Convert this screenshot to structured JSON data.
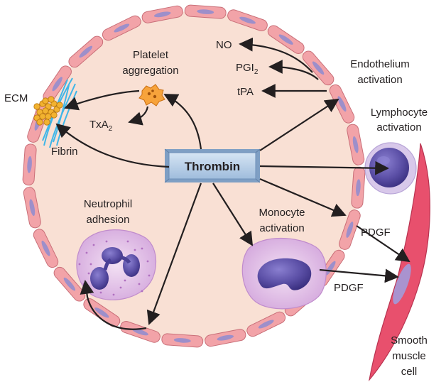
{
  "diagram": {
    "center": "Thrombin",
    "labels": {
      "ecm": "ECM",
      "fibrin": "Fibrin",
      "platelet1": "Platelet",
      "platelet2": "aggregation",
      "txa": "TxA",
      "txa_sub": "2",
      "no": "NO",
      "pgi": "PGI",
      "pgi_sub": "2",
      "tpa": "tPA",
      "endo1": "Endothelium",
      "endo2": "activation",
      "lymph1": "Lymphocyte",
      "lymph2": "activation",
      "neut1": "Neutrophil",
      "neut2": "adhesion",
      "mono1": "Monocyte",
      "mono2": "activation",
      "pdgf1": "PDGF",
      "pdgf2": "PDGF",
      "smooth1": "Smooth",
      "smooth2": "muscle",
      "smooth3": "cell"
    },
    "colors": {
      "lumen": "#f9e0d4",
      "endothelium": "#f2a3a8",
      "nucleus": "#9d8fca",
      "thrombin_box": "#b9d1ea",
      "platelet": "#f7a33b",
      "fibrin": "#3fb6e8",
      "smooth_muscle": "#e8506d",
      "cell_body": "#d7b2de",
      "cell_nucleus": "#5b4fa6",
      "arrow": "#231f20"
    }
  }
}
